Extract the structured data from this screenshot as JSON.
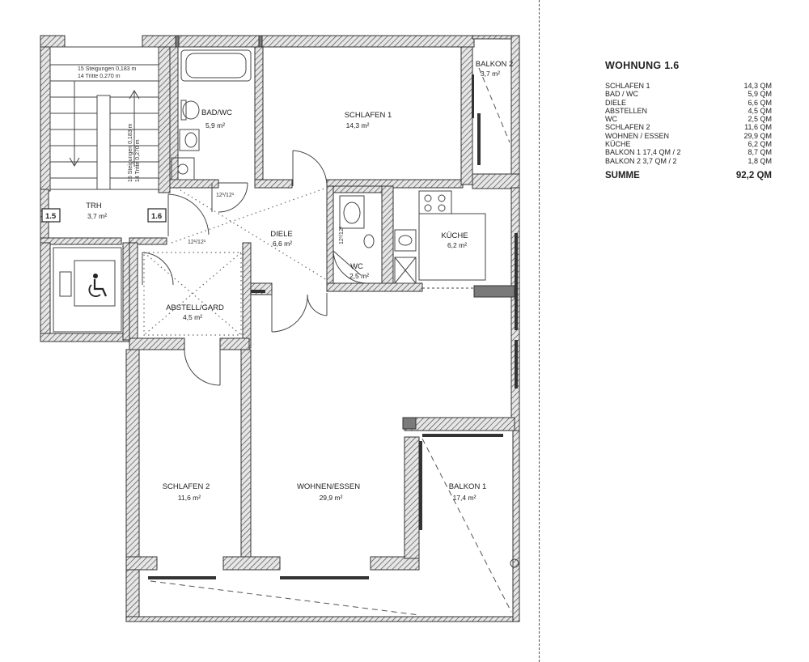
{
  "rooms": {
    "balkon2": {
      "name": "BALKON 2",
      "area": "3,7 m²"
    },
    "badwc": {
      "name": "BAD/WC",
      "area": "5,9 m²"
    },
    "schlafen1": {
      "name": "SCHLAFEN 1",
      "area": "14,3 m²"
    },
    "trh": {
      "name": "TRH",
      "area": "3,7 m²"
    },
    "diele": {
      "name": "DIELE",
      "area": "6,6 m²"
    },
    "kueche": {
      "name": "KÜCHE",
      "area": "6,2 m²"
    },
    "wc": {
      "name": "WC",
      "area": "2,5 m²"
    },
    "abstell": {
      "name": "ABSTELL/GARD",
      "area": "4,5 m²"
    },
    "schlafen2": {
      "name": "SCHLAFEN 2",
      "area": "11,6 m²"
    },
    "wohnen": {
      "name": "WOHNEN/ESSEN",
      "area": "29,9 m²"
    },
    "balkon1": {
      "name": "BALKON 1",
      "area": "17,4 m²"
    }
  },
  "stairs": {
    "line1": "15 Steigungen 0,183 m",
    "line2": "14 Tritte 0,270 m",
    "vline1": "15 Steigungen 0,183 m",
    "vline2": "14 Tritte 0,270 m"
  },
  "unit_labels": {
    "left": "1.5",
    "right": "1.6"
  },
  "door_dims": {
    "d1": "12¹/12¹",
    "d2": "12¹/12¹",
    "d3": "12¹/12¹"
  },
  "legend": {
    "title": "WOHNUNG 1.6",
    "rows": [
      {
        "label": "SCHLAFEN  1",
        "value": "14,3 QM"
      },
      {
        "label": "BAD / WC",
        "value": "5,9 QM"
      },
      {
        "label": "DIELE",
        "value": "6,6 QM"
      },
      {
        "label": "ABSTELLEN",
        "value": "4,5 QM"
      },
      {
        "label": "WC",
        "value": "2,5 QM"
      },
      {
        "label": "SCHLAFEN 2",
        "value": "11,6 QM"
      },
      {
        "label": "WOHNEN / ESSEN",
        "value": "29,9 QM"
      },
      {
        "label": "KÜCHE",
        "value": "6,2 QM"
      },
      {
        "label": "BALKON 1  17,4 QM / 2",
        "value": "8,7 QM"
      },
      {
        "label": "BALKON 2   3,7 QM / 2",
        "value": "1,8 QM"
      }
    ],
    "sum_label": "SUMME",
    "sum_value": "92,2 QM"
  }
}
